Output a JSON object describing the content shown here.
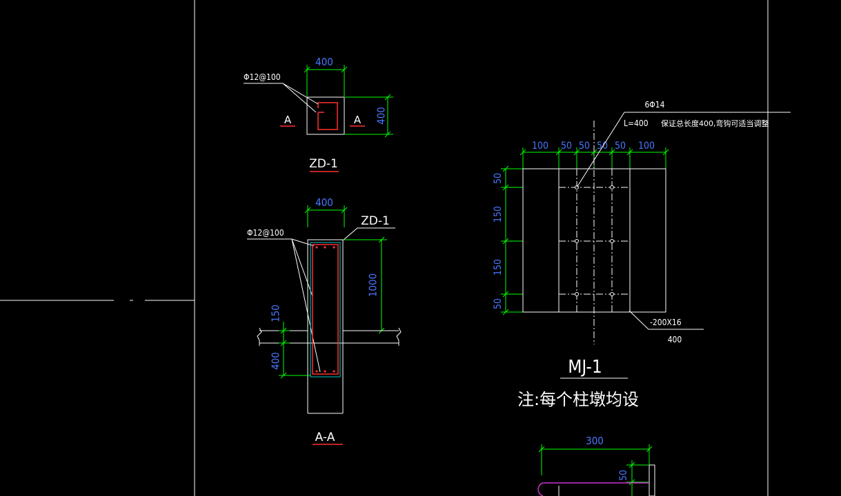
{
  "colors": {
    "background": "#000000",
    "linework": "#ffffff",
    "dimension_line": "#00ff00",
    "dimension_text": "#4a78ff",
    "rebar": "#ff3030",
    "label_underline": "#ff3030",
    "anchor_bar": "#cc33cc",
    "cover_line": "#00c8c8"
  },
  "zd1_plan": {
    "dim_width": "400",
    "dim_height": "400",
    "rebar_label": "Φ12@100",
    "section_mark_left": "A",
    "section_mark_right": "A",
    "title": "ZD-1"
  },
  "section_aa": {
    "dim_width": "400",
    "dim_height": "1000",
    "dim_slab": "150",
    "dim_embed": "400",
    "rebar_label": "Φ12@100",
    "pier_label": "ZD-1",
    "title": "A-A"
  },
  "mj1": {
    "top_dims": [
      "100",
      "50",
      "50",
      "50",
      "50",
      "100"
    ],
    "left_dims": [
      "50",
      "150",
      "150",
      "50"
    ],
    "anchor_label": "6Φ14",
    "length_label": "L=400",
    "length_note": "保证总长度400,弯钩可适当调整",
    "plate_label": "-200X16",
    "plate_length": "400",
    "title": "MJ-1",
    "note": "注:每个柱墩均设"
  },
  "bottom_detail": {
    "dim_width": "300",
    "dim_height": "50"
  }
}
